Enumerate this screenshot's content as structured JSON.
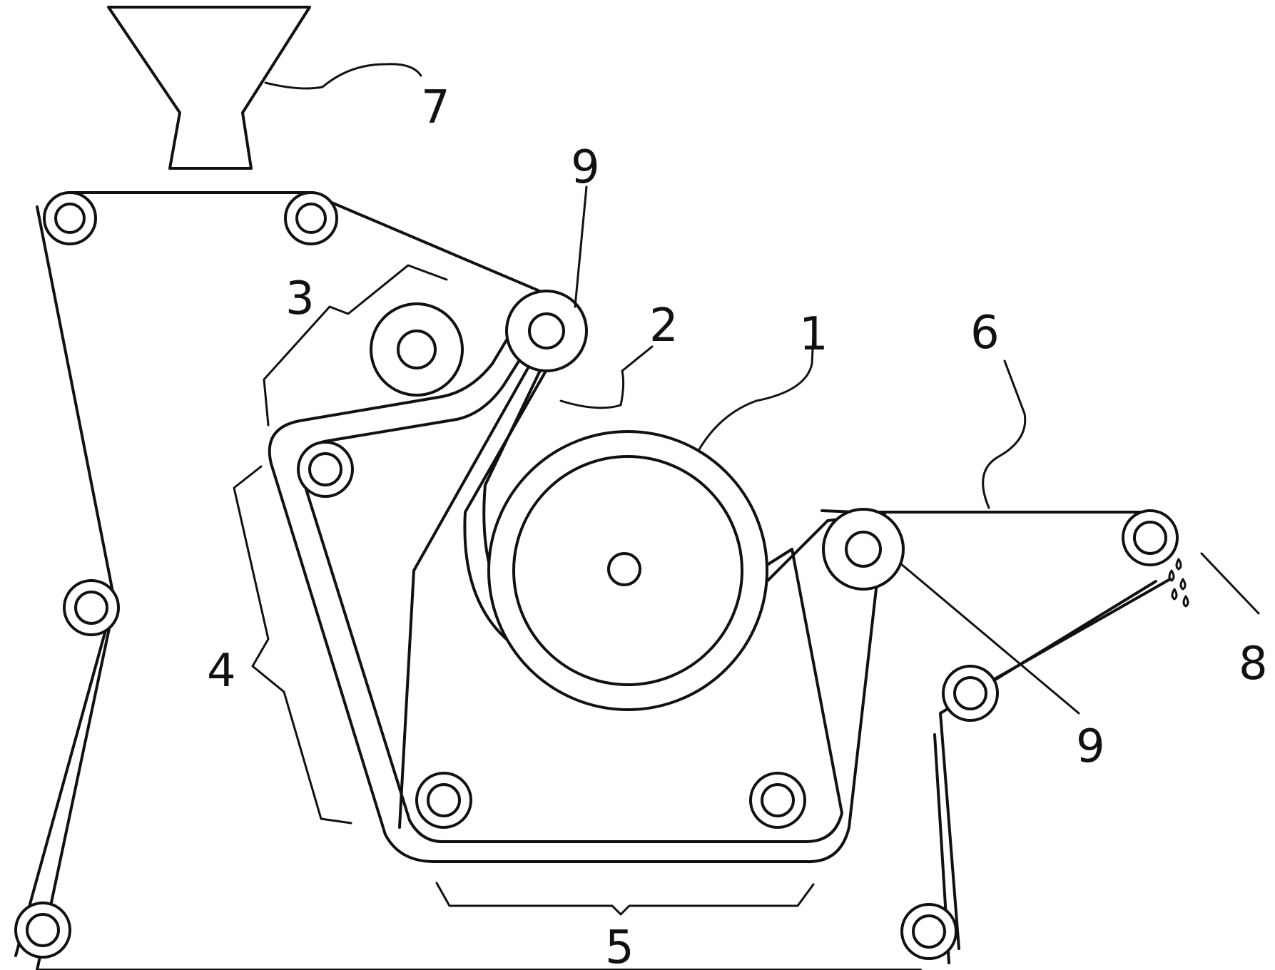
{
  "figure": {
    "labels": {
      "l1": "1",
      "l2": "2",
      "l3": "3",
      "l4": "4",
      "l5": "5",
      "l6": "6",
      "l7": "7",
      "l8": "8",
      "l9a": "9",
      "l9b": "9"
    }
  }
}
